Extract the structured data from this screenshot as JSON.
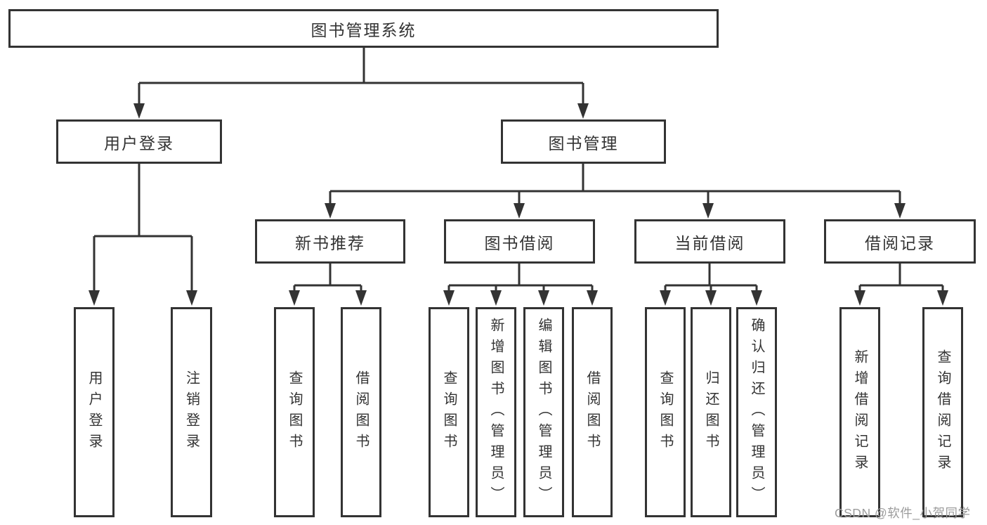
{
  "colors": {
    "line": "#333333",
    "box-border": "#333333",
    "box-bg": "#ffffff",
    "text": "#333333",
    "page-bg": "#ffffff",
    "watermark": "#9c9c9c"
  },
  "tree": {
    "root": "图书管理系统",
    "user_login": {
      "label": "用户登录",
      "children": [
        "用户登录",
        "注销登录"
      ]
    },
    "book_mgmt": {
      "label": "图书管理",
      "children": [
        {
          "label": "新书推荐",
          "children": [
            "查询图书",
            "借阅图书"
          ]
        },
        {
          "label": "图书借阅",
          "children": [
            "查询图书",
            "新增图书（管理员）",
            "编辑图书（管理员）",
            "借阅图书"
          ]
        },
        {
          "label": "当前借阅",
          "children": [
            "查询图书",
            "归还图书",
            "确认归还（管理员）"
          ]
        },
        {
          "label": "借阅记录",
          "children": [
            "新增借阅记录",
            "查询借阅记录"
          ]
        }
      ]
    }
  },
  "watermark": "CSDN @软件_小贺同学"
}
